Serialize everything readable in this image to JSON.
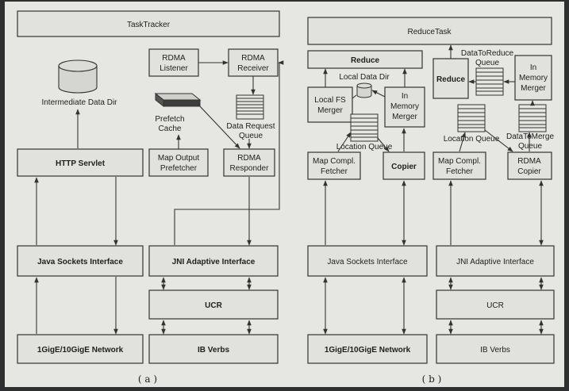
{
  "panel_a": {
    "caption": "( a )",
    "task_tracker": "TaskTracker",
    "rdma_listener": [
      "RDMA",
      "Listener"
    ],
    "rdma_receiver": [
      "RDMA",
      "Receiver"
    ],
    "intermediate_data_dir": "Intermediate Data Dir",
    "prefetch_cache": [
      "Prefetch",
      "Cache"
    ],
    "data_request_queue": [
      "Data Request",
      "Queue"
    ],
    "http_servlet": "HTTP Servlet",
    "map_output_prefetcher": [
      "Map Output",
      "Prefetcher"
    ],
    "rdma_responder": [
      "RDMA",
      "Responder"
    ],
    "java_sockets_interface": "Java Sockets Interface",
    "jni_adaptive_interface": "JNI Adaptive Interface",
    "ucr": "UCR",
    "gige_network": "1GigE/10GigE Network",
    "ib_verbs": "IB Verbs"
  },
  "panel_b": {
    "caption": "( b )",
    "reduce_task": "ReduceTask",
    "reduce_left": "Reduce",
    "local_data_dir": "Local Data Dir",
    "local_fs_merger": [
      "Local FS",
      "Merger"
    ],
    "in_memory_merger_left": [
      "In",
      "Memory",
      "Merger"
    ],
    "location_queue_left": "Location Queue",
    "map_compl_fetcher_left": [
      "Map Compl.",
      "Fetcher"
    ],
    "copier": "Copier",
    "data_to_reduce_queue": [
      "DataToReduce",
      "Queue"
    ],
    "reduce_right": "Reduce",
    "in_memory_merger_right": [
      "In",
      "Memory",
      "Merger"
    ],
    "location_queue_right": "Location Queue",
    "data_to_merge_queue": [
      "DataToMerge",
      "Queue"
    ],
    "map_compl_fetcher_right": [
      "Map Compl.",
      "Fetcher"
    ],
    "rdma_copier": [
      "RDMA",
      "Copier"
    ],
    "java_sockets_interface": "Java Sockets Interface",
    "jni_adaptive_interface": "JNI Adaptive Interface",
    "ucr": "UCR",
    "gige_network": "1GigE/10GigE Network",
    "ib_verbs": "IB Verbs"
  }
}
